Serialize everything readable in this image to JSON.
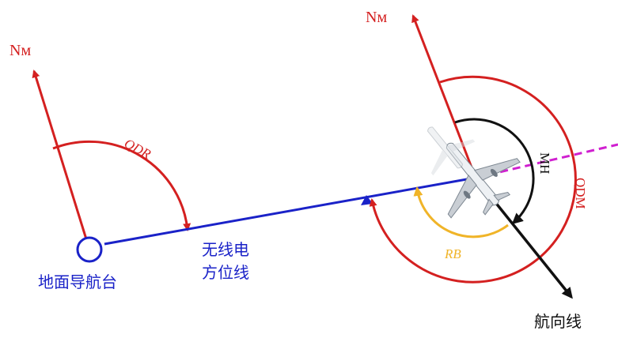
{
  "labels": {
    "nm_left": "Nм",
    "nm_right": "Nм",
    "qdr": "QDR",
    "mh": "MH",
    "qdm": "QDM",
    "rb": "RB",
    "radial_line_1": "无线电",
    "radial_line_2": "方位线",
    "ground_station": "地面导航台",
    "heading_line": "航向线"
  },
  "colors": {
    "north": "#d42020",
    "radial": "#1a22c8",
    "heading": "#111111",
    "relative_bearing": "#f0b428",
    "extension": "#d020d0",
    "station": "#1a22c8",
    "aircraft": "#9aa4ae"
  }
}
